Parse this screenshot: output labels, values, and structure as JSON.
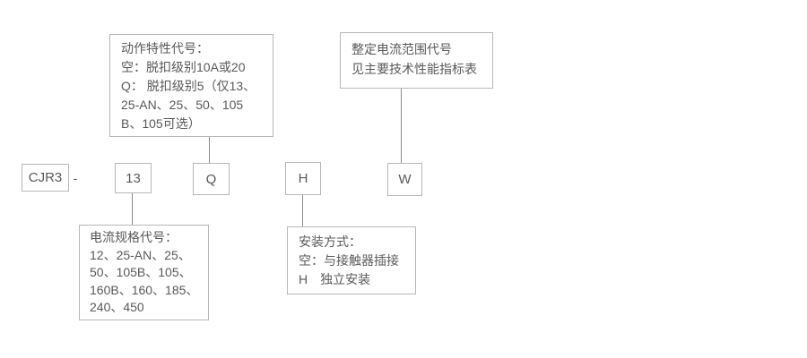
{
  "palette": {
    "background": "#ffffff",
    "box_border": "#b7b7b7",
    "text": "#595959",
    "line": "#8c8c8c"
  },
  "model": {
    "prefix": "CJR3",
    "separator": "-",
    "codes": [
      "13",
      "Q",
      "H",
      "W"
    ]
  },
  "annotations": {
    "action_characteristic": "动作特性代号：\n空：脱扣级别10A或20\nQ： 脱扣级别5（仅13、\n25-AN、25、50、105\nB、105可选）",
    "setting_current_range": "整定电流范围代号\n见主要技术性能指标表",
    "current_spec": "电流规格代号：\n12、25-AN、25、\n50、105B、105、\n160B、160、185、\n240、450",
    "mounting_method": "安装方式：\n空：与接触器插接\nH　独立安装"
  }
}
